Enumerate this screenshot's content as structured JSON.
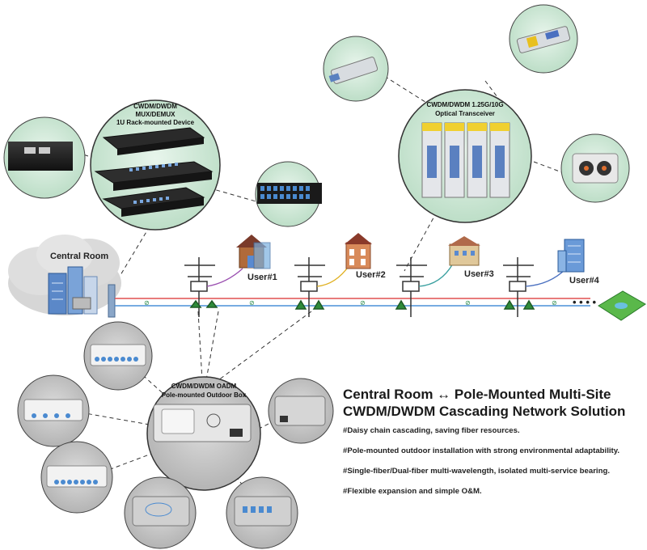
{
  "labels": {
    "central_room": "Central Room",
    "mux_title": [
      "CWDM/DWDM",
      "MUX/DEMUX",
      "1U Rack-mounted Device"
    ],
    "transceiver_title": [
      "CWDM/DWDM  1.25G/10G",
      "Optical Transceiver"
    ],
    "oadm_title": [
      "CWDM/DWDM OADM",
      "Pole-mounted Outdoor Box"
    ],
    "users": [
      "User#1",
      "User#2",
      "User#3",
      "User#4"
    ],
    "continuation": "• • • •"
  },
  "heading": {
    "line1": "Central Room ↔ Pole-Mounted Multi-Site",
    "line2": "CWDM/DWDM Cascading Network Solution"
  },
  "features": [
    "#Daisy chain cascading, saving fiber resources.",
    "#Pole-mounted outdoor installation with strong environmental adaptability.",
    "#Single-fiber/Dual-fiber multi-wavelength, isolated multi-service bearing.",
    "#Flexible expansion and simple O&M."
  ],
  "colors": {
    "circle_green": "#cfe8d6",
    "circle_gray": "#c9c9c9",
    "fiber_red": "#e05050",
    "fiber_blue": "#4a90d9",
    "user_link_purple": "#9a4fb0",
    "user_link_yellow": "#e0b020",
    "user_link_teal": "#3aa0a0",
    "user_link_blue": "#4a70c0"
  }
}
